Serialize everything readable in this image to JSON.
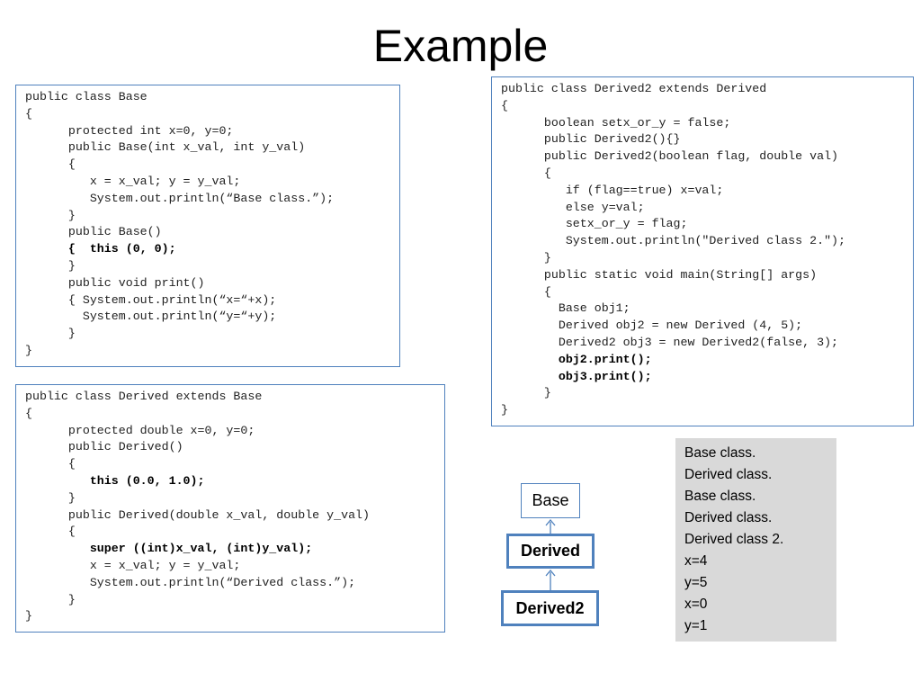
{
  "title": "Example",
  "code_base": [
    "public class Base",
    "{",
    "      protected int x=0, y=0;",
    "      public Base(int x_val, int y_val)",
    "      {",
    "         x = x_val; y = y_val;",
    "         System.out.println(“Base class.”);",
    "      }",
    "      public Base()",
    "      {  this (0, 0);",
    "      }",
    "      public void print()",
    "      { System.out.println(“x=“+x);",
    "        System.out.println(“y=“+y);",
    "      }",
    "}"
  ],
  "code_base_bold": [
    9
  ],
  "code_derived": [
    "public class Derived extends Base",
    "{",
    "      protected double x=0, y=0;",
    "      public Derived()",
    "      {",
    "         this (0.0, 1.0);",
    "      }",
    "      public Derived(double x_val, double y_val)",
    "      {",
    "         super ((int)x_val, (int)y_val);",
    "         x = x_val; y = y_val;",
    "         System.out.println(“Derived class.”);",
    "      }",
    "}"
  ],
  "code_derived_bold": [
    5,
    9
  ],
  "code_derived2": [
    "public class Derived2 extends Derived",
    "{",
    "      boolean setx_or_y = false;",
    "      public Derived2(){}",
    "      public Derived2(boolean flag, double val)",
    "      {",
    "         if (flag==true) x=val;",
    "         else y=val;",
    "         setx_or_y = flag;",
    "         System.out.println(\"Derived class 2.\");",
    "      }",
    "      public static void main(String[] args)",
    "      {",
    "        Base obj1;",
    "        Derived obj2 = new Derived (4, 5);",
    "        Derived2 obj3 = new Derived2(false, 3);",
    "        obj2.print();",
    "        obj3.print();",
    "      }",
    "}"
  ],
  "code_derived2_bold": [
    16,
    17
  ],
  "output": [
    "Base class.",
    "Derived class.",
    "Base class.",
    "Derived class.",
    "Derived class 2.",
    "x=4",
    "y=5",
    "x=0",
    "y=1"
  ],
  "hierarchy": {
    "base": "Base",
    "derived": "Derived",
    "derived2": "Derived2"
  },
  "colors": {
    "box_border": "#4f81bd",
    "output_bg": "#d9d9d9"
  }
}
